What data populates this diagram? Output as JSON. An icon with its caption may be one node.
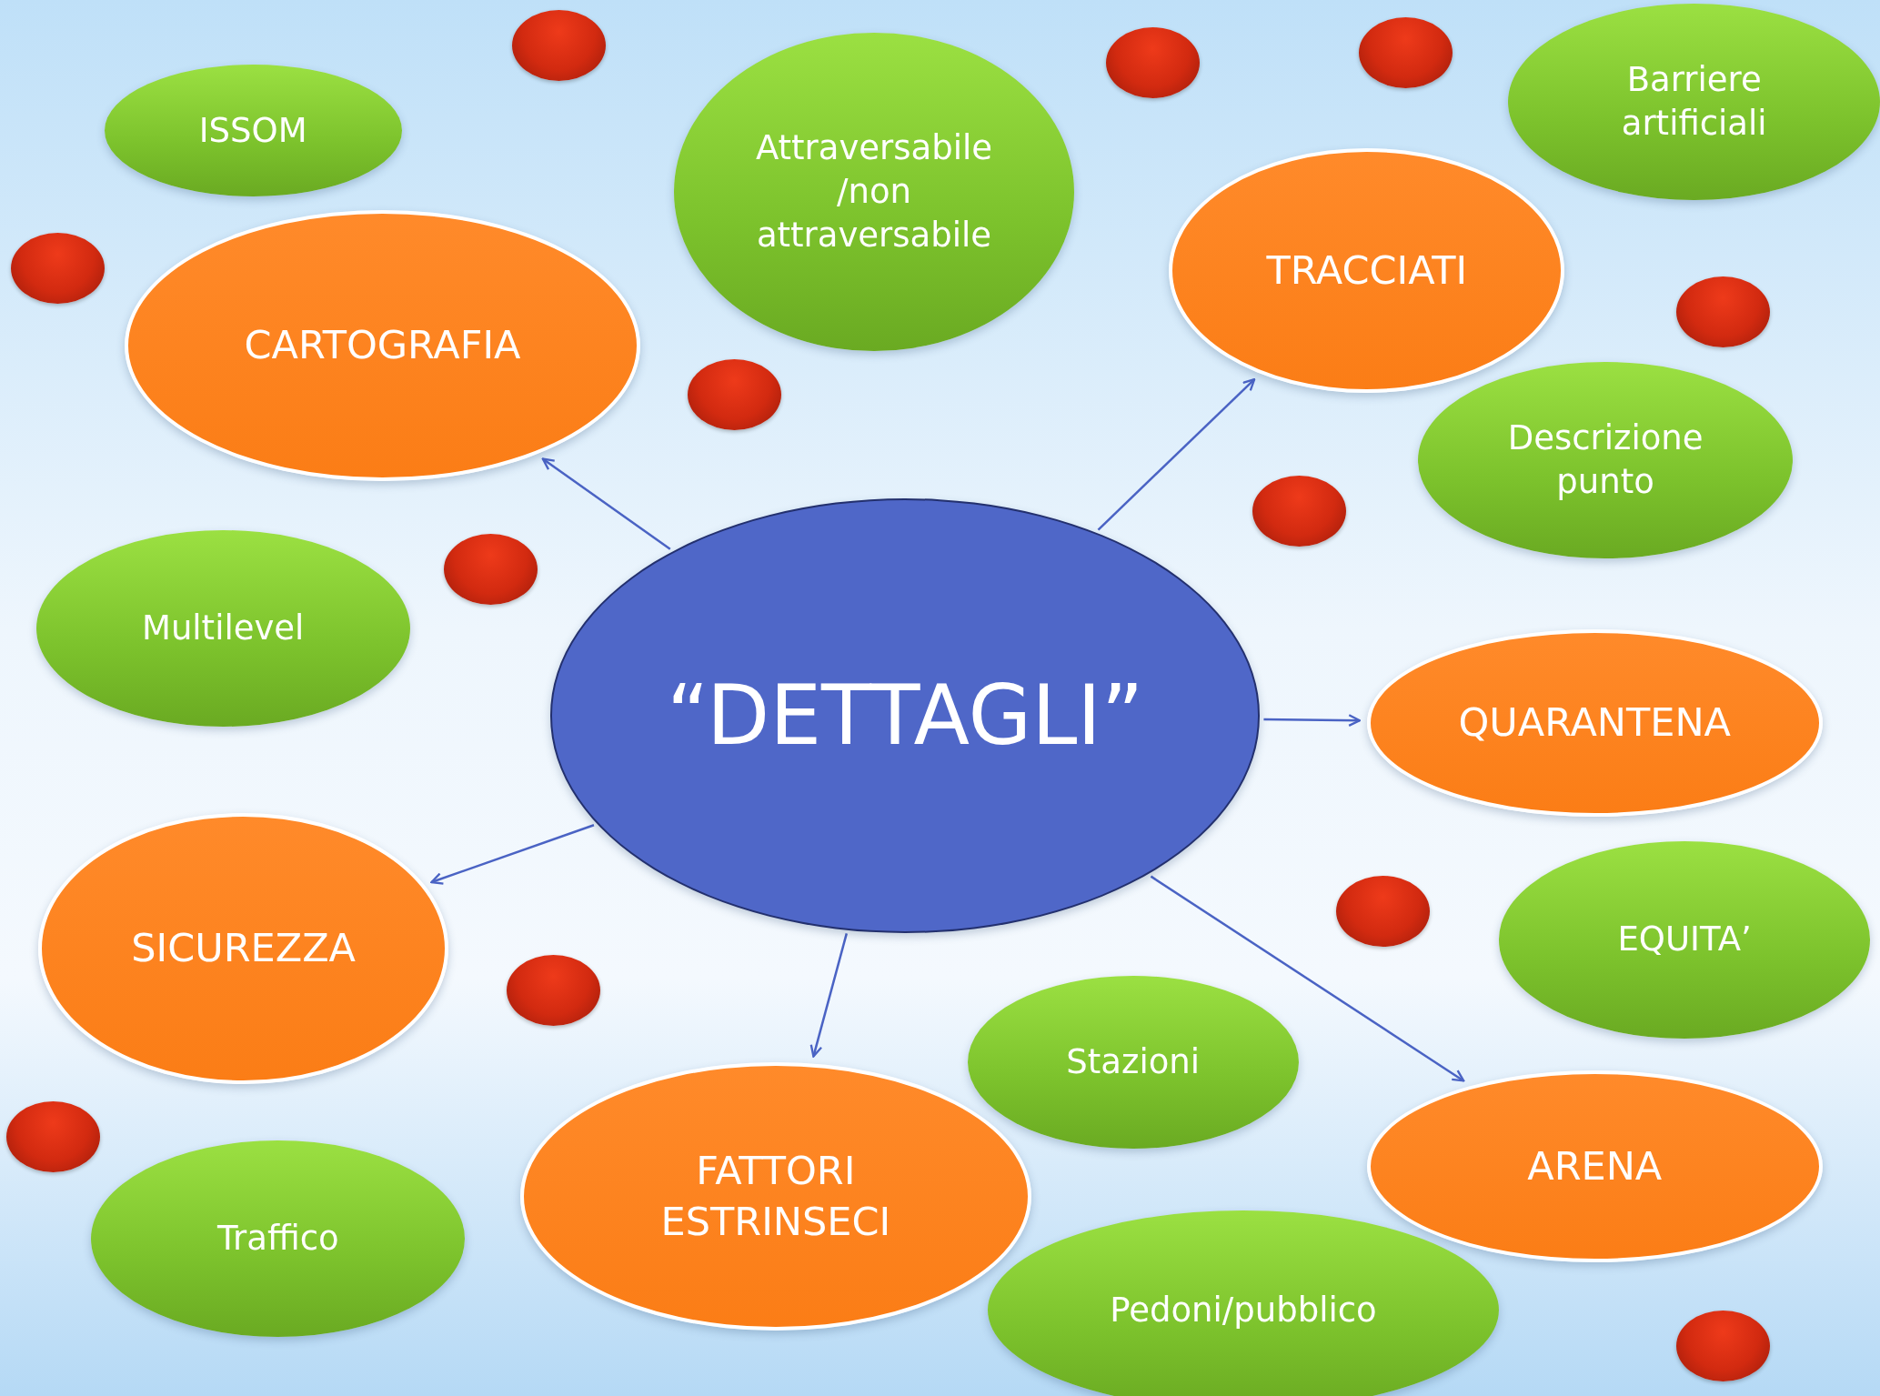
{
  "diagram": {
    "nodes": [
      {
        "text": [
          "“DETTAGLI”"
        ]
      },
      {
        "text": [
          "CARTOGRAFIA"
        ]
      },
      {
        "text": [
          "TRACCIATI"
        ]
      },
      {
        "text": [
          "QUARANTENA"
        ]
      },
      {
        "text": [
          "ARENA"
        ]
      },
      {
        "text": [
          "FATTORI ESTRINSECI"
        ]
      },
      {
        "text": [
          "SICUREZZA"
        ]
      },
      {
        "text": [
          "ISSOM"
        ]
      },
      {
        "text": [
          "Attraversabile /non attraversabile"
        ]
      },
      {
        "text": [
          "Barriere artificiali"
        ]
      },
      {
        "text": [
          "Descrizione punto"
        ]
      },
      {
        "text": [
          "Multilevel"
        ]
      },
      {
        "text": [
          "EQUITA’"
        ]
      },
      {
        "text": [
          "Stazioni"
        ]
      },
      {
        "text": [
          "Traffico"
        ]
      },
      {
        "text": [
          "Pedoni/pubblico"
        ]
      },
      {
        "text": [],
        "shape": "circle"
      },
      {
        "text": [],
        "shape": "circle"
      },
      {
        "text": [],
        "shape": "circle"
      },
      {
        "text": [],
        "shape": "circle"
      },
      {
        "text": [],
        "shape": "circle"
      },
      {
        "text": [],
        "shape": "circle"
      },
      {
        "text": [],
        "shape": "circle"
      },
      {
        "text": [],
        "shape": "circle"
      },
      {
        "text": [],
        "shape": "circle"
      },
      {
        "text": [],
        "shape": "circle"
      },
      {
        "text": [],
        "shape": "circle"
      },
      {
        "text": [],
        "shape": "circle"
      }
    ],
    "edges": [
      {
        "from": 0,
        "to": 1,
        "arrow": "to"
      },
      {
        "from": 0,
        "to": 2,
        "arrow": "to"
      },
      {
        "from": 0,
        "to": 3,
        "arrow": "to"
      },
      {
        "from": 0,
        "to": 4,
        "arrow": "to"
      },
      {
        "from": 0,
        "to": 5,
        "arrow": "to"
      },
      {
        "from": 0,
        "to": 6,
        "arrow": "to"
      }
    ]
  }
}
